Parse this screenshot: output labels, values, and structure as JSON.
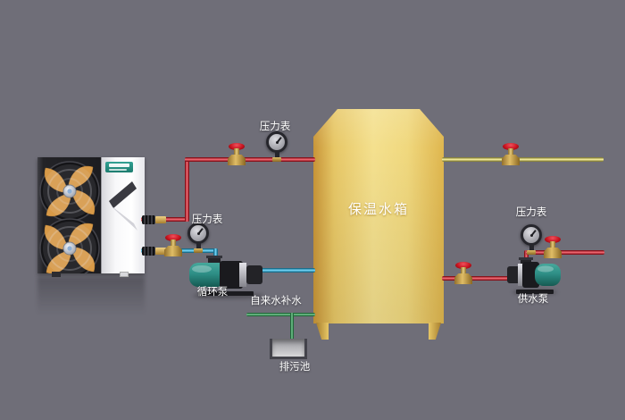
{
  "labels": {
    "tank": "保温水箱",
    "pressure_gauge": "压力表",
    "circulation_pump": "循环泵",
    "supply_pump": "供水泵",
    "tap_water_makeup": "自来水补水",
    "drain_pool": "排污池"
  },
  "colors": {
    "background": "#6f6e78",
    "pipe_red": "#e3202e",
    "pipe_blue": "#2cb9ea",
    "pipe_yellow": "#e6dc67",
    "pipe_green": "#2fa356",
    "tank_gold_dark": "#c89538",
    "tank_gold_light": "#f4e08e",
    "valve_handle_red": "#c8141f",
    "pump_teal": "#2e8f86",
    "label_text": "#ffffff"
  }
}
